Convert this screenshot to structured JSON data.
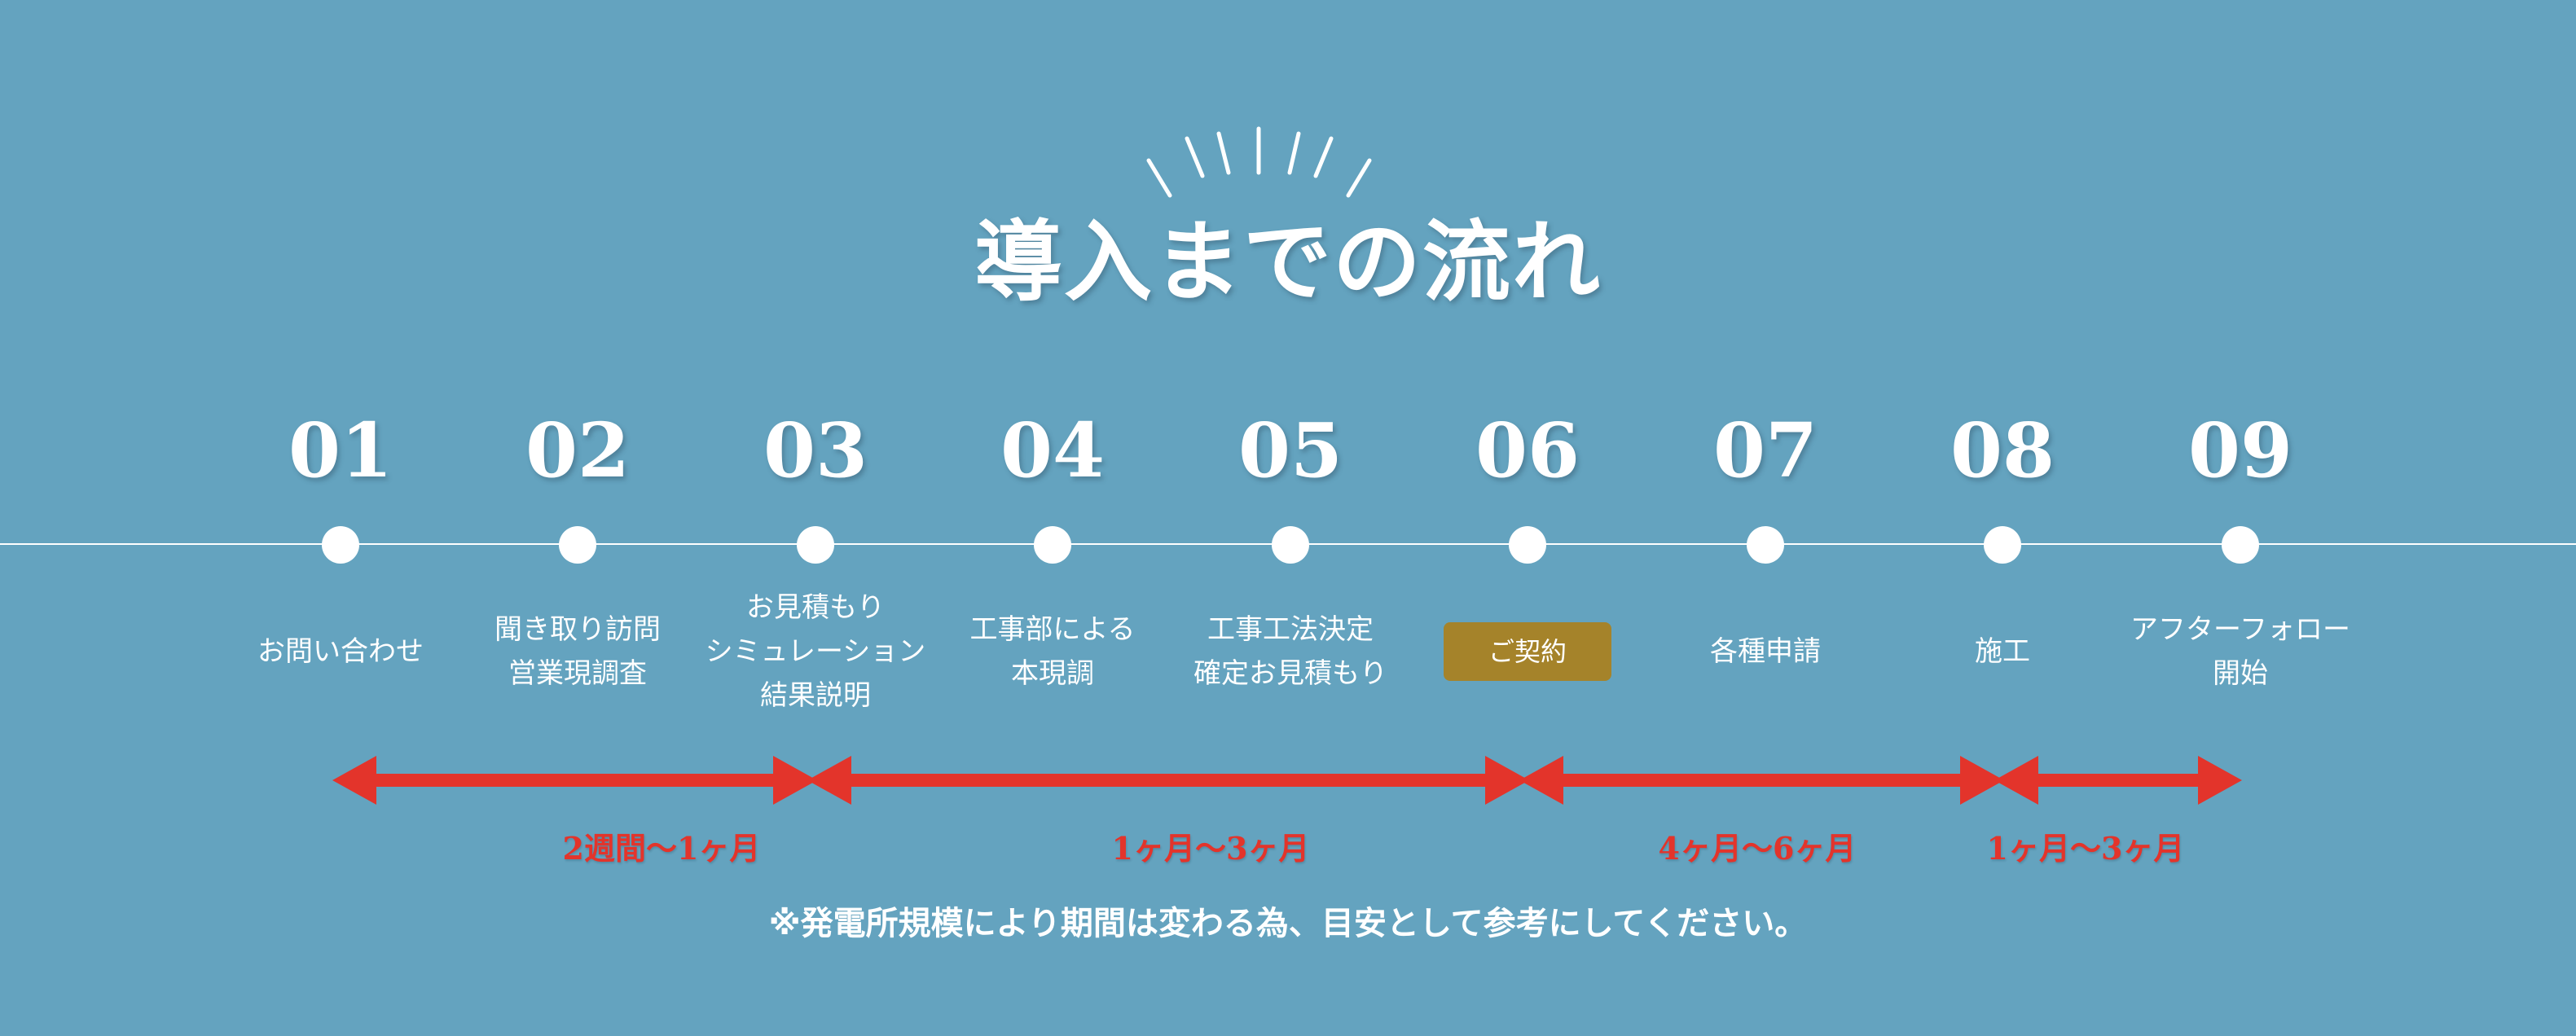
{
  "title": "導入までの流れ",
  "steps": [
    {
      "number": "01",
      "label": "お問い合わせ",
      "highlight": false
    },
    {
      "number": "02",
      "label": "聞き取り訪問\n営業現調査",
      "highlight": false
    },
    {
      "number": "03",
      "label": "お見積もり\nシミュレーション\n結果説明",
      "highlight": false
    },
    {
      "number": "04",
      "label": "工事部による\n本現調",
      "highlight": false
    },
    {
      "number": "05",
      "label": "工事工法決定\n確定お見積もり",
      "highlight": false
    },
    {
      "number": "06",
      "label": "ご契約",
      "highlight": true
    },
    {
      "number": "07",
      "label": "各種申請",
      "highlight": false
    },
    {
      "number": "08",
      "label": "施工",
      "highlight": false
    },
    {
      "number": "09",
      "label": "アフターフォロー\n開始",
      "highlight": false
    }
  ],
  "durations": [
    {
      "label": "2週間〜1ヶ月"
    },
    {
      "label": "1ヶ月〜3ヶ月"
    },
    {
      "label": "4ヶ月〜6ヶ月"
    },
    {
      "label": "1ヶ月〜3ヶ月"
    }
  ],
  "note": "※発電所規模により期間は変わる為、目安として参考にしてください。",
  "colors": {
    "background": "#64a3bf",
    "arrow": "#e3342b",
    "badge": "#a5832a",
    "text": "#ffffff"
  }
}
